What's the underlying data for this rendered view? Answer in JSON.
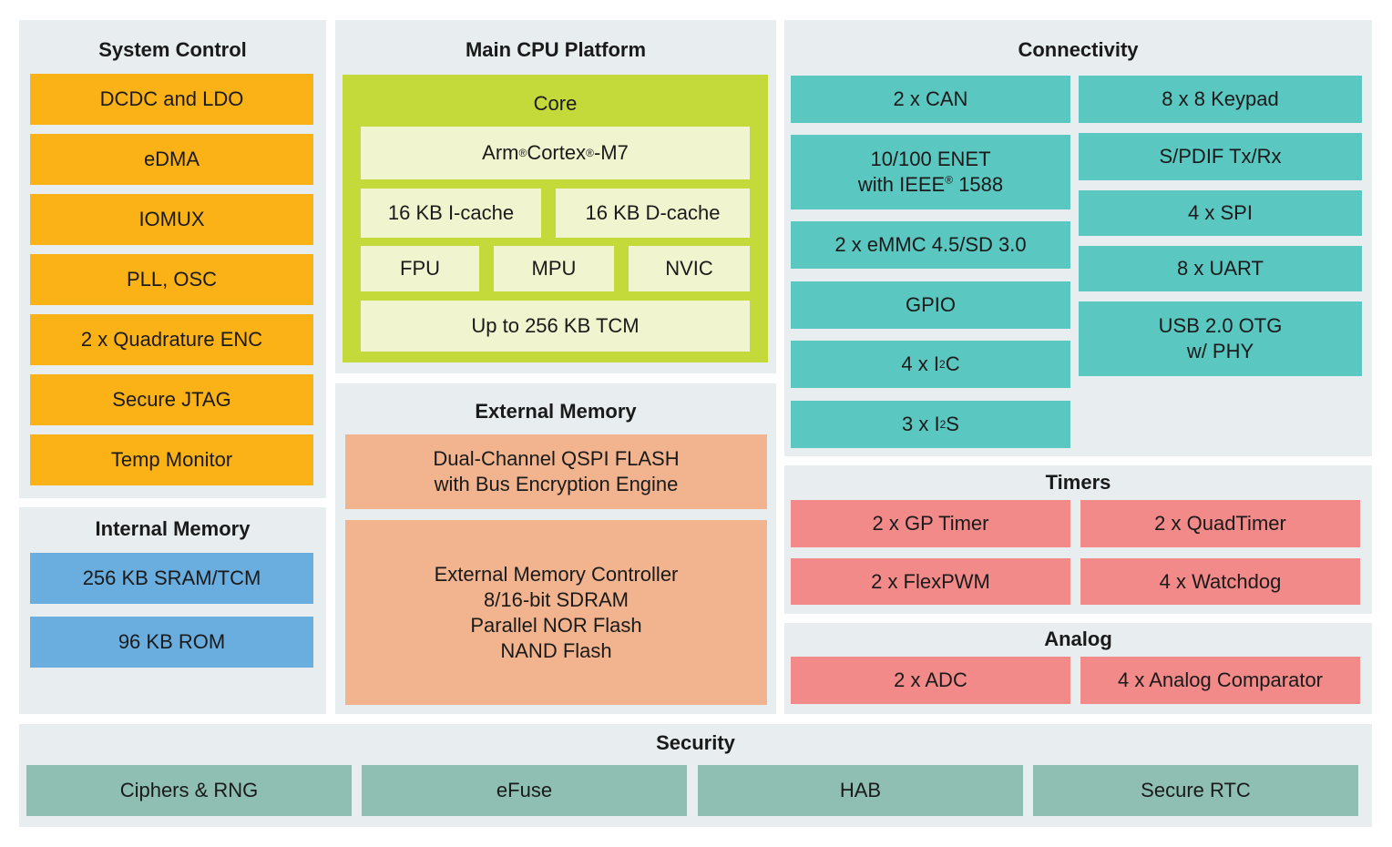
{
  "system_control": {
    "title": "System Control",
    "items": [
      "DCDC and LDO",
      "eDMA",
      "IOMUX",
      "PLL, OSC",
      "2 x Quadrature ENC",
      "Secure JTAG",
      "Temp Monitor"
    ]
  },
  "internal_memory": {
    "title": "Internal Memory",
    "items": [
      "256 KB SRAM/TCM",
      "96 KB ROM"
    ]
  },
  "main_cpu": {
    "title": "Main CPU Platform",
    "core_title": "Core",
    "cortex": {
      "a": "Arm",
      "reg": "®",
      "b": " Cortex",
      "c": "-M7"
    },
    "icache": "16 KB I-cache",
    "dcache": "16 KB D-cache",
    "fpu": "FPU",
    "mpu": "MPU",
    "nvic": "NVIC",
    "tcm": "Up to 256 KB TCM"
  },
  "external_memory": {
    "title": "External Memory",
    "qspi": "Dual-Channel QSPI FLASH\nwith Bus Encryption Engine",
    "controller": "External Memory Controller\n8/16-bit SDRAM\nParallel NOR Flash\nNAND Flash"
  },
  "connectivity": {
    "title": "Connectivity",
    "can": "2 x CAN",
    "enet_1": "10/100 ENET",
    "enet_2a": "with IEEE",
    "enet_reg": "®",
    "enet_2b": " 1588",
    "emmc": "2 x eMMC 4.5/SD 3.0",
    "gpio": "GPIO",
    "i2c_a": "4 x I",
    "i2c_sup": "2",
    "i2c_b": "C",
    "i2s_a": "3 x I",
    "i2s_sup": "2",
    "i2s_b": "S",
    "keypad": "8 x 8 Keypad",
    "spdif": "S/PDIF Tx/Rx",
    "spi": "4 x SPI",
    "uart": "8 x UART",
    "usb": "USB 2.0 OTG\nw/ PHY"
  },
  "timers": {
    "title": "Timers",
    "items": [
      "2 x GP Timer",
      "2 x QuadTimer",
      "2 x FlexPWM",
      "4 x Watchdog"
    ]
  },
  "analog": {
    "title": "Analog",
    "items": [
      "2 x ADC",
      "4 x Analog Comparator"
    ]
  },
  "security": {
    "title": "Security",
    "items": [
      "Ciphers & RNG",
      "eFuse",
      "HAB",
      "Secure RTC"
    ]
  },
  "colors": {
    "panel": "#e8edf0",
    "orange": "#fbb216",
    "blue": "#6aaee0",
    "lime": "#c4d93a",
    "lime_light": "#f1f5cf",
    "salmon": "#f2b48e",
    "teal": "#5bc7c1",
    "pink": "#f38a8a",
    "security_green": "#8fbfb2"
  }
}
